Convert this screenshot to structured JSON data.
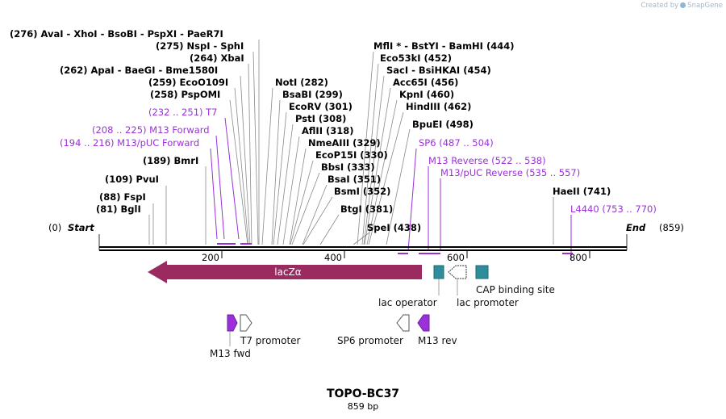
{
  "credit": {
    "prefix": "Created by",
    "brand": "SnapGene"
  },
  "title": "TOPO-BC37",
  "size": "859 bp",
  "ends": {
    "start": {
      "pos": "(0)",
      "name": "Start"
    },
    "end": {
      "name": "End",
      "pos": "(859)"
    }
  },
  "axis_ticks": [
    "200",
    "400",
    "600",
    "800"
  ],
  "enzymes": [
    {
      "text": "(276)  AvaI  - XhoI  - BsoBI  - PspXI  - PaeR7I",
      "bp": 276
    },
    {
      "text": "(275)  NspI  - SphI",
      "bp": 275
    },
    {
      "text": "(264)  XbaI",
      "bp": 264
    },
    {
      "text": "(262)  ApaI  - BaeGI  - Bme1580I",
      "bp": 262
    },
    {
      "text": "(259)  EcoO109I",
      "bp": 259
    },
    {
      "text": "(258)  PspOMI",
      "bp": 258
    },
    {
      "text": "(189)  BmrI",
      "bp": 189
    },
    {
      "text": "(109)  PvuI",
      "bp": 109
    },
    {
      "text": "(88)  FspI",
      "bp": 88
    },
    {
      "text": "(81)  BglI",
      "bp": 81
    },
    {
      "text": "NotI  (282)",
      "bp": 282
    },
    {
      "text": "BsaBI  (299)",
      "bp": 299
    },
    {
      "text": "EcoRV  (301)",
      "bp": 301
    },
    {
      "text": "PstI  (308)",
      "bp": 308
    },
    {
      "text": "AflII  (318)",
      "bp": 318
    },
    {
      "text": "NmeAIII  (329)",
      "bp": 329
    },
    {
      "text": "EcoP15I  (330)",
      "bp": 330
    },
    {
      "text": "BbsI  (333)",
      "bp": 333
    },
    {
      "text": "BsaI  (351)",
      "bp": 351
    },
    {
      "text": "BsmI  (352)",
      "bp": 352
    },
    {
      "text": "BtgI  (381)",
      "bp": 381
    },
    {
      "text": "SpeI  (438)",
      "bp": 438
    },
    {
      "text": "MflI * - BstYI  - BamHI  (444)",
      "bp": 444
    },
    {
      "text": "Eco53kI  (452)",
      "bp": 452
    },
    {
      "text": "SacI  - BsiHKAI  (454)",
      "bp": 454
    },
    {
      "text": "Acc65I  (456)",
      "bp": 456
    },
    {
      "text": "KpnI  (460)",
      "bp": 460
    },
    {
      "text": "HindIII  (462)",
      "bp": 462
    },
    {
      "text": "BpuEI  (498)",
      "bp": 498
    },
    {
      "text": "HaeII  (741)",
      "bp": 741
    }
  ],
  "primers": [
    {
      "text": "(232 .. 251)  T7",
      "from": 232,
      "to": 251
    },
    {
      "text": "(208 .. 225)  M13 Forward",
      "from": 208,
      "to": 225
    },
    {
      "text": "(194 .. 216)  M13/pUC Forward",
      "from": 194,
      "to": 216
    },
    {
      "text": "SP6  (487 .. 504)",
      "from": 487,
      "to": 504
    },
    {
      "text": "M13 Reverse  (522 .. 538)",
      "from": 522,
      "to": 538
    },
    {
      "text": "M13/pUC Reverse  (535 .. 557)",
      "from": 535,
      "to": 557
    },
    {
      "text": "L4440  (753 .. 770)",
      "from": 753,
      "to": 770
    }
  ],
  "features": [
    {
      "name": "lacZα",
      "type": "gene",
      "color": "#9b2a61"
    },
    {
      "name": "lac operator",
      "type": "protein_bind",
      "color": "#2f8c9a"
    },
    {
      "name": "lac promoter",
      "type": "promoter",
      "color": "#ffffff"
    },
    {
      "name": "CAP binding site",
      "type": "protein_bind",
      "color": "#2f8c9a"
    },
    {
      "name": "T7 promoter",
      "type": "promoter",
      "color": "#ffffff"
    },
    {
      "name": "M13 fwd",
      "type": "primer_bind",
      "color": "#9b30d9"
    },
    {
      "name": "SP6 promoter",
      "type": "promoter",
      "color": "#ffffff"
    },
    {
      "name": "M13 rev",
      "type": "primer_bind",
      "color": "#9b30d9"
    }
  ],
  "colors": {
    "primer": "#9b30d9",
    "lacZ": "#9b2a61",
    "binding_site": "#2f8c9a",
    "credit": "#a7b7c6"
  }
}
